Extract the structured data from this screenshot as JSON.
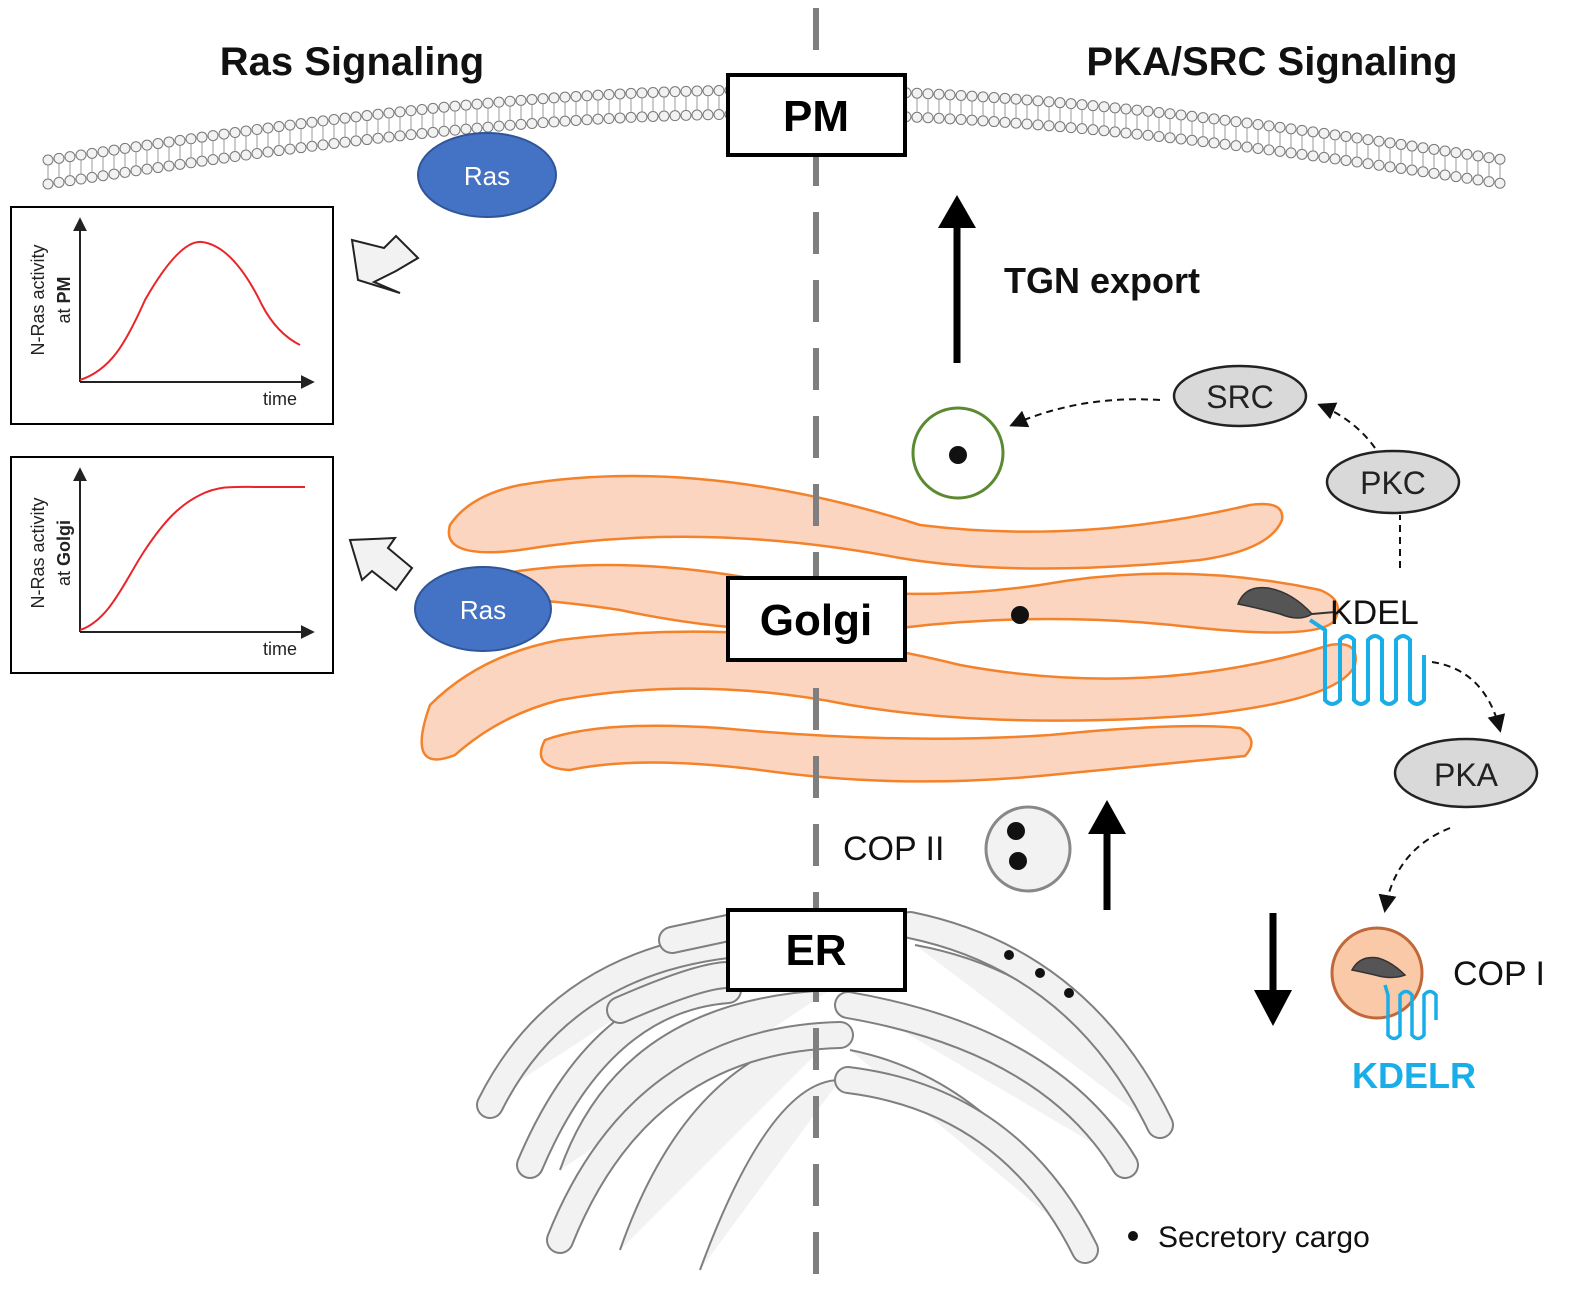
{
  "titles": {
    "left": "Ras Signaling",
    "right": "PKA/SRC Signaling"
  },
  "compartments": {
    "pm": "PM",
    "golgi": "Golgi",
    "er": "ER"
  },
  "proteins": {
    "ras_pm": "Ras",
    "ras_golgi": "Ras",
    "src": "SRC",
    "pkc": "PKC",
    "pka": "PKA",
    "kdel": "KDEL",
    "kdelr": "KDELR"
  },
  "labels": {
    "tgn_export": "TGN export",
    "cop2": "COP II",
    "cop1": "COP I"
  },
  "legend": {
    "secretory_cargo": "Secretory cargo"
  },
  "plots": {
    "pm": {
      "ylabel_line1": "N-Ras activity",
      "ylabel_line2_prefix": "at ",
      "ylabel_line2_bold": "PM",
      "xlabel": "time"
    },
    "golgi": {
      "ylabel_line1": "N-Ras activity",
      "ylabel_line2_prefix": "at ",
      "ylabel_line2_bold": "Golgi",
      "xlabel": "time"
    }
  },
  "colors": {
    "ras": "#4472c4",
    "golgi_fill": "#fbd5bf",
    "golgi_stroke": "#f4822a",
    "er_fill": "#f2f2f2",
    "kinase_fill": "#d9d9d9",
    "kdelr": "#1aaee8",
    "curve": "#e8262a",
    "vesicle_green": "#5b8a32",
    "copi_fill": "#f9c9a8",
    "copi_stroke": "#c0683a"
  }
}
